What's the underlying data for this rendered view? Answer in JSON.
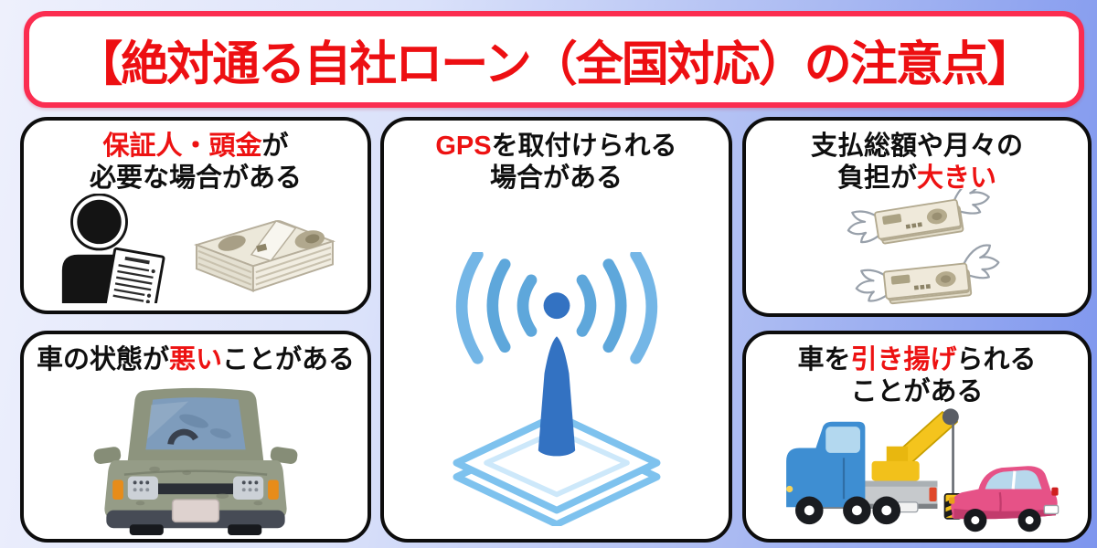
{
  "title": {
    "text": "【絶対通る自社ローン（全国対応）の注意点】"
  },
  "panels": {
    "guarantor": {
      "line1_red": "保証人・頭金",
      "line1_rest": "が",
      "line2": "必要な場合がある",
      "illustration": "person-holding-contract-with-money-stack"
    },
    "condition": {
      "line1_pre": "車の状態が",
      "line1_red": "悪い",
      "line1_post": "ことがある",
      "illustration": "old-dirty-car-front-view"
    },
    "gps": {
      "line1_red": "GPS",
      "line1_rest": "を取付けられる",
      "line2": "場合がある",
      "illustration": "gps-tracker-with-radio-waves"
    },
    "payment": {
      "line1": "支払総額や月々の",
      "line2_pre": "負担が",
      "line2_red": "大きい",
      "illustration": "flying-money-bills-with-wings"
    },
    "repossess": {
      "line1_pre": "車を",
      "line1_red": "引き揚げ",
      "line1_post": "られる",
      "line2": "ことがある",
      "illustration": "tow-truck-towing-pink-car"
    }
  },
  "colors": {
    "title_text": "#ed0f12",
    "title_box_border": "#fb2d50",
    "accent_red": "#ed1212",
    "text_black": "#0f0f0f",
    "panel_border": "#0d0d0d",
    "background_start": "#eef0fc",
    "background_end": "#7d95ee",
    "wave_blue": "#5ea7db",
    "cone_blue": "#3372c2",
    "truck_blue": "#3e8ed2",
    "crane_yellow": "#f2c11b",
    "car_pink": "#e65287",
    "dirty_car_green": "#8d947e"
  }
}
